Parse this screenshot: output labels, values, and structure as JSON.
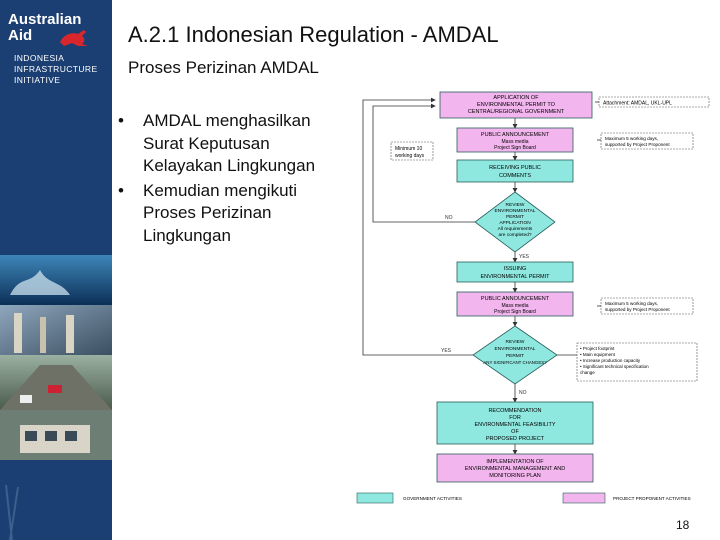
{
  "sidebar": {
    "logo_line1": "Australian",
    "logo_line2": "Aid",
    "initiative": [
      "INDONESIA",
      "INFRASTRUCTURE",
      "INITIATIVE"
    ]
  },
  "header": {
    "title": "A.2.1 Indonesian Regulation - AMDAL",
    "subtitle": "Proses Perizinan AMDAL"
  },
  "bullets": [
    {
      "symbol": "•",
      "text": "AMDAL menghasilkan Surat Keputusan Kelayakan Lingkungan"
    },
    {
      "symbol": "•",
      "text": "Kemudian mengikuti Proses Perizinan Lingkungan"
    }
  ],
  "flowchart": {
    "nodes": [
      {
        "id": "application",
        "lines": [
          "APPLICATION OF",
          "ENVIRONMENTAL PERMIT TO",
          "CENTRAL/REGIONAL GOVERNMENT"
        ]
      },
      {
        "id": "public-announcement",
        "lines": [
          "PUBLIC ANNOUNCEMENT",
          "Mass media",
          "Project Sign Board"
        ]
      },
      {
        "id": "receiving-comments",
        "lines": [
          "RECEIVING PUBLIC",
          "COMMENTS"
        ]
      },
      {
        "id": "review-application",
        "lines": [
          "REVIEW",
          "ENVIRONMENTAL",
          "PERMIT",
          "APPLICATION",
          "All requirements",
          "are completed?"
        ]
      },
      {
        "id": "issuing-permit",
        "lines": [
          "ISSUING",
          "ENVIRONMENTAL PERMIT"
        ]
      },
      {
        "id": "public-announcement-2",
        "lines": [
          "PUBLIC ANNOUNCEMENT",
          "Mass media",
          "Project Sign Board"
        ]
      },
      {
        "id": "review-change",
        "lines": [
          "REVIEW",
          "ENVIRONMENTAL",
          "PERMIT",
          "ANY SIGNIFICANT CHANGES?"
        ]
      },
      {
        "id": "recommendation",
        "lines": [
          "RECOMMENDATION",
          "FOR",
          "ENVIRONMENTAL FEASIBILITY",
          "OF",
          "PROPOSED PROJECT"
        ]
      },
      {
        "id": "implementation",
        "lines": [
          "IMPLEMENTATION OF",
          "ENVIRONMENTAL MANAGEMENT AND",
          "MONITORING PLAN"
        ]
      }
    ],
    "notes": {
      "attachments": "Attachment: AMDAL, UKL-UPL",
      "working_days_10": [
        "Minimum 10",
        "working days"
      ],
      "working_days_5a": [
        "Maximum 5 working days,",
        "supported by Project Proponent"
      ],
      "working_days_5b": [
        "Maximum 5 working days,",
        "supported by Project Proponent"
      ],
      "changes": [
        "• Project footprint",
        "• Main equipment",
        "• Increase production capacity",
        "• Significant technical specification",
        "  change"
      ]
    },
    "edge_labels": {
      "no1": "NO",
      "yes1": "YES",
      "yes2": "YES",
      "no2": "NO"
    },
    "legend": {
      "government": "GOVERNMENT ACTIVITIES",
      "proponent": "PROJECT PROPONENT ACTIVITIES"
    },
    "colors": {
      "government": "#8fe8e0",
      "proponent": "#f3b5ee",
      "outline": "#2a5d5a"
    }
  },
  "page_number": "18"
}
